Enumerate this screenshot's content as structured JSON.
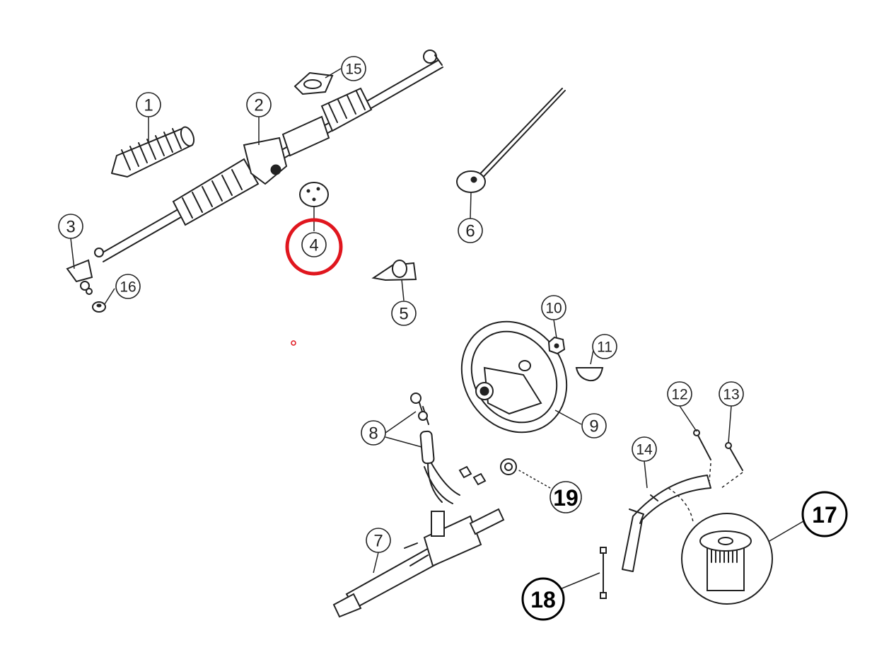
{
  "diagram": {
    "title": "Steering system exploded parts diagram",
    "highlight_color": "#e0161e",
    "highlighted_part": "4",
    "callouts": [
      "1",
      "2",
      "3",
      "4",
      "5",
      "6",
      "7",
      "8",
      "9",
      "10",
      "11",
      "12",
      "13",
      "14",
      "15",
      "16",
      "17",
      "18",
      "19"
    ]
  }
}
